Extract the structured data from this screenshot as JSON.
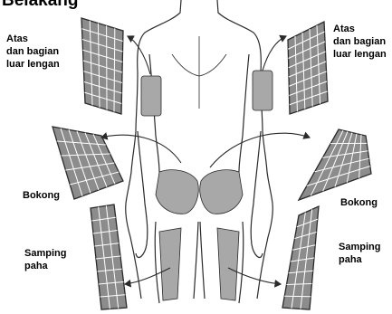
{
  "title": "Belakang",
  "regions": {
    "upper_arm_left": {
      "line1": "Atas",
      "line2": "dan bagian",
      "line3": "luar lengan"
    },
    "upper_arm_right": {
      "line1": "Atas",
      "line2": "dan bagian",
      "line3": "luar lengan"
    },
    "buttock_left": {
      "label": "Bokong"
    },
    "buttock_right": {
      "label": "Bokong"
    },
    "thigh_left": {
      "line1": "Samping",
      "line2": "paha"
    },
    "thigh_right": {
      "line1": "Samping",
      "line2": "paha"
    }
  },
  "colors": {
    "shade": "#a8a8a8",
    "grid_fill": "#8c8c8c",
    "outline": "#2a2a2a"
  }
}
